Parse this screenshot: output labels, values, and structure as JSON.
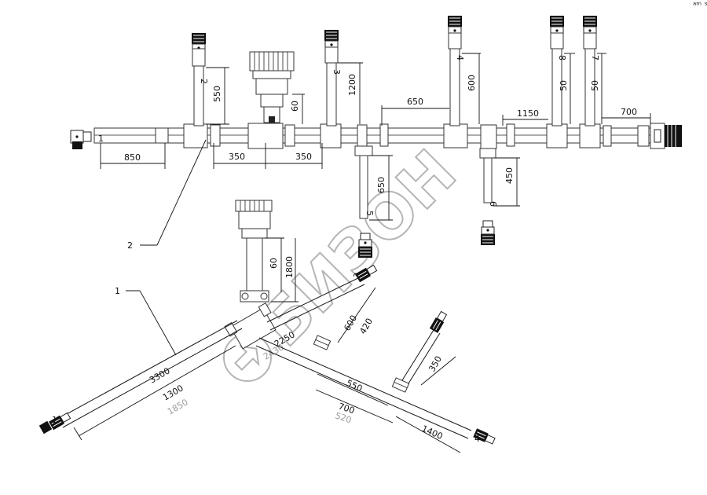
{
  "drawing": {
    "corner_mark": "ᵃᵐ ˢᵒᵘ",
    "watermark": "БИЗОН",
    "callouts": {
      "main": "1",
      "branch": "2"
    },
    "top_assembly": {
      "connector_numbers": [
        "1",
        "2",
        "3",
        "4",
        "5",
        "6",
        "7",
        "8"
      ],
      "dims": {
        "d850": "850",
        "d350a": "350",
        "d350b": "350",
        "d550": "550",
        "d60": "60",
        "d1200": "1200",
        "d650h": "650",
        "d600": "600",
        "d1150": "1150",
        "d50a": "50",
        "d50b": "50",
        "d700": "700",
        "d650v": "650",
        "d450": "450"
      }
    },
    "bottom_assembly": {
      "connector_numbers": [
        "1",
        "2",
        "4"
      ],
      "dims": {
        "d60": "60",
        "d1800": "1800",
        "d3300": "3300",
        "d1300": "1300",
        "d1850": "1850",
        "d2250": "2250",
        "d2430": "2430",
        "d600": "600",
        "d420": "420",
        "d350": "350",
        "d550": "550",
        "d700": "700",
        "d520": "520",
        "d1400": "1400"
      }
    }
  }
}
